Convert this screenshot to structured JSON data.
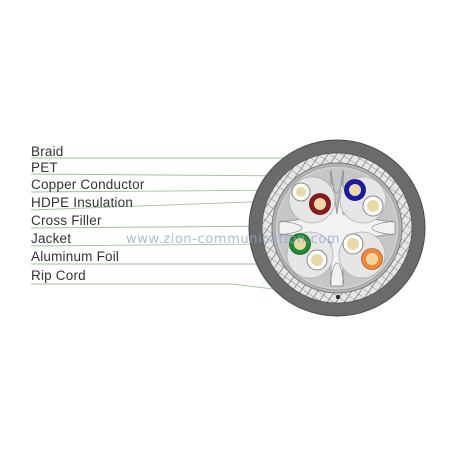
{
  "labels": [
    {
      "id": "braid",
      "text": "Braid"
    },
    {
      "id": "pet",
      "text": "PET"
    },
    {
      "id": "copper-conductor",
      "text": "Copper Conductor"
    },
    {
      "id": "hdpe-insulation",
      "text": "HDPE Insulation"
    },
    {
      "id": "cross-filler",
      "text": "Cross Filler"
    },
    {
      "id": "jacket",
      "text": "Jacket"
    },
    {
      "id": "aluminum-foil",
      "text": "Aluminum Foil"
    },
    {
      "id": "rip-cord",
      "text": "Rip Cord"
    }
  ],
  "watermark": "www.zion-communication.com",
  "colors": {
    "jacket": "#6b6b6b",
    "braid": "#d8d8d8",
    "foil": "#a9a9a9",
    "inner": "#c9c9c9",
    "leader": "#9bc49b",
    "text": "#333333",
    "conductor": "#e8d9a6"
  },
  "pairs": [
    {
      "name": "orange-pair",
      "insulation": [
        "#ffffff",
        "#8b1a1a"
      ]
    },
    {
      "name": "blue-pair",
      "insulation": [
        "#1a1aa8",
        "#ffffff"
      ]
    },
    {
      "name": "green-pair",
      "insulation": [
        "#1f8a2e",
        "#ffffff"
      ]
    },
    {
      "name": "brown-pair",
      "insulation": [
        "#ffffff",
        "#f08a3a"
      ]
    }
  ]
}
